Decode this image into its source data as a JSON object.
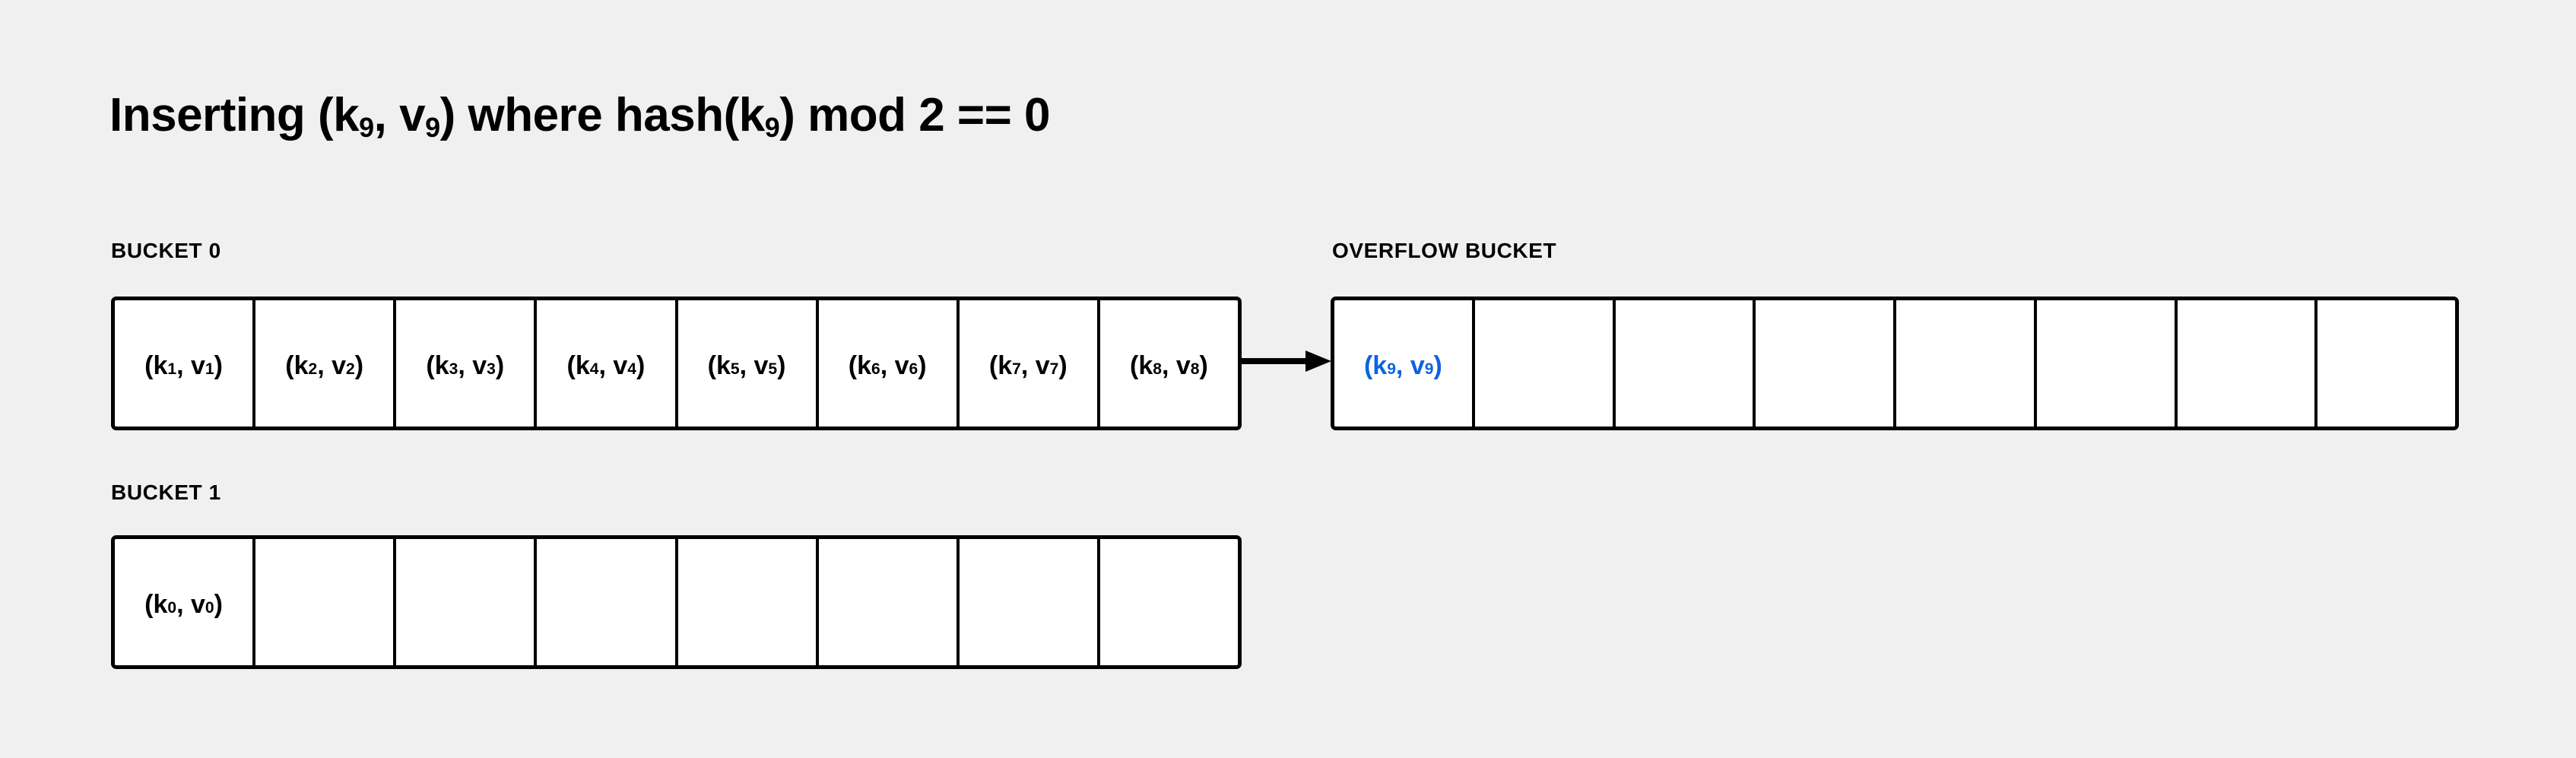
{
  "background_color": "#f0f0f0",
  "accent_color": "#0d63e0",
  "border_color": "#000000",
  "title": {
    "prefix": "Inserting (k",
    "sub_a": "9",
    "mid": ", v",
    "sub_b": "9",
    "after": ") where hash(k",
    "sub_c": "9",
    "tail": ") mod 2 == 0",
    "full_text": "Inserting (k9, v9) where hash(k9) mod 2 == 0"
  },
  "buckets": [
    {
      "id": "bucket-0",
      "label": "BUCKET 0",
      "capacity": 8,
      "cells": [
        {
          "key": "k",
          "key_sub": "1",
          "value": "v",
          "value_sub": "1",
          "text": "(k1, v1)",
          "filled": true,
          "highlight": false
        },
        {
          "key": "k",
          "key_sub": "2",
          "value": "v",
          "value_sub": "2",
          "text": "(k2, v2)",
          "filled": true,
          "highlight": false
        },
        {
          "key": "k",
          "key_sub": "3",
          "value": "v",
          "value_sub": "3",
          "text": "(k3, v3)",
          "filled": true,
          "highlight": false
        },
        {
          "key": "k",
          "key_sub": "4",
          "value": "v",
          "value_sub": "4",
          "text": "(k4, v4)",
          "filled": true,
          "highlight": false
        },
        {
          "key": "k",
          "key_sub": "5",
          "value": "v",
          "value_sub": "5",
          "text": "(k5, v5)",
          "filled": true,
          "highlight": false
        },
        {
          "key": "k",
          "key_sub": "6",
          "value": "v",
          "value_sub": "6",
          "text": "(k6, v6)",
          "filled": true,
          "highlight": false
        },
        {
          "key": "k",
          "key_sub": "7",
          "value": "v",
          "value_sub": "7",
          "text": "(k7, v7)",
          "filled": true,
          "highlight": false
        },
        {
          "key": "k",
          "key_sub": "8",
          "value": "v",
          "value_sub": "8",
          "text": "(k8, v8)",
          "filled": true,
          "highlight": false
        }
      ]
    },
    {
      "id": "overflow-bucket",
      "label": "OVERFLOW BUCKET",
      "capacity": 8,
      "cells": [
        {
          "key": "k",
          "key_sub": "9",
          "value": "v",
          "value_sub": "9",
          "text": "(k9, v9)",
          "filled": true,
          "highlight": true
        },
        {
          "key": "",
          "key_sub": "",
          "value": "",
          "value_sub": "",
          "text": "",
          "filled": false,
          "highlight": false
        },
        {
          "key": "",
          "key_sub": "",
          "value": "",
          "value_sub": "",
          "text": "",
          "filled": false,
          "highlight": false
        },
        {
          "key": "",
          "key_sub": "",
          "value": "",
          "value_sub": "",
          "text": "",
          "filled": false,
          "highlight": false
        },
        {
          "key": "",
          "key_sub": "",
          "value": "",
          "value_sub": "",
          "text": "",
          "filled": false,
          "highlight": false
        },
        {
          "key": "",
          "key_sub": "",
          "value": "",
          "value_sub": "",
          "text": "",
          "filled": false,
          "highlight": false
        },
        {
          "key": "",
          "key_sub": "",
          "value": "",
          "value_sub": "",
          "text": "",
          "filled": false,
          "highlight": false
        },
        {
          "key": "",
          "key_sub": "",
          "value": "",
          "value_sub": "",
          "text": "",
          "filled": false,
          "highlight": false
        }
      ]
    },
    {
      "id": "bucket-1",
      "label": "BUCKET 1",
      "capacity": 8,
      "cells": [
        {
          "key": "k",
          "key_sub": "0",
          "value": "v",
          "value_sub": "0",
          "text": "(k0, v0)",
          "filled": true,
          "highlight": false
        },
        {
          "key": "",
          "key_sub": "",
          "value": "",
          "value_sub": "",
          "text": "",
          "filled": false,
          "highlight": false
        },
        {
          "key": "",
          "key_sub": "",
          "value": "",
          "value_sub": "",
          "text": "",
          "filled": false,
          "highlight": false
        },
        {
          "key": "",
          "key_sub": "",
          "value": "",
          "value_sub": "",
          "text": "",
          "filled": false,
          "highlight": false
        },
        {
          "key": "",
          "key_sub": "",
          "value": "",
          "value_sub": "",
          "text": "",
          "filled": false,
          "highlight": false
        },
        {
          "key": "",
          "key_sub": "",
          "value": "",
          "value_sub": "",
          "text": "",
          "filled": false,
          "highlight": false
        },
        {
          "key": "",
          "key_sub": "",
          "value": "",
          "value_sub": "",
          "text": "",
          "filled": false,
          "highlight": false
        },
        {
          "key": "",
          "key_sub": "",
          "value": "",
          "value_sub": "",
          "text": "",
          "filled": false,
          "highlight": false
        }
      ]
    }
  ],
  "arrow": {
    "name": "overflow-link-arrow",
    "from": "bucket-0",
    "to": "overflow-bucket",
    "direction": "right"
  }
}
